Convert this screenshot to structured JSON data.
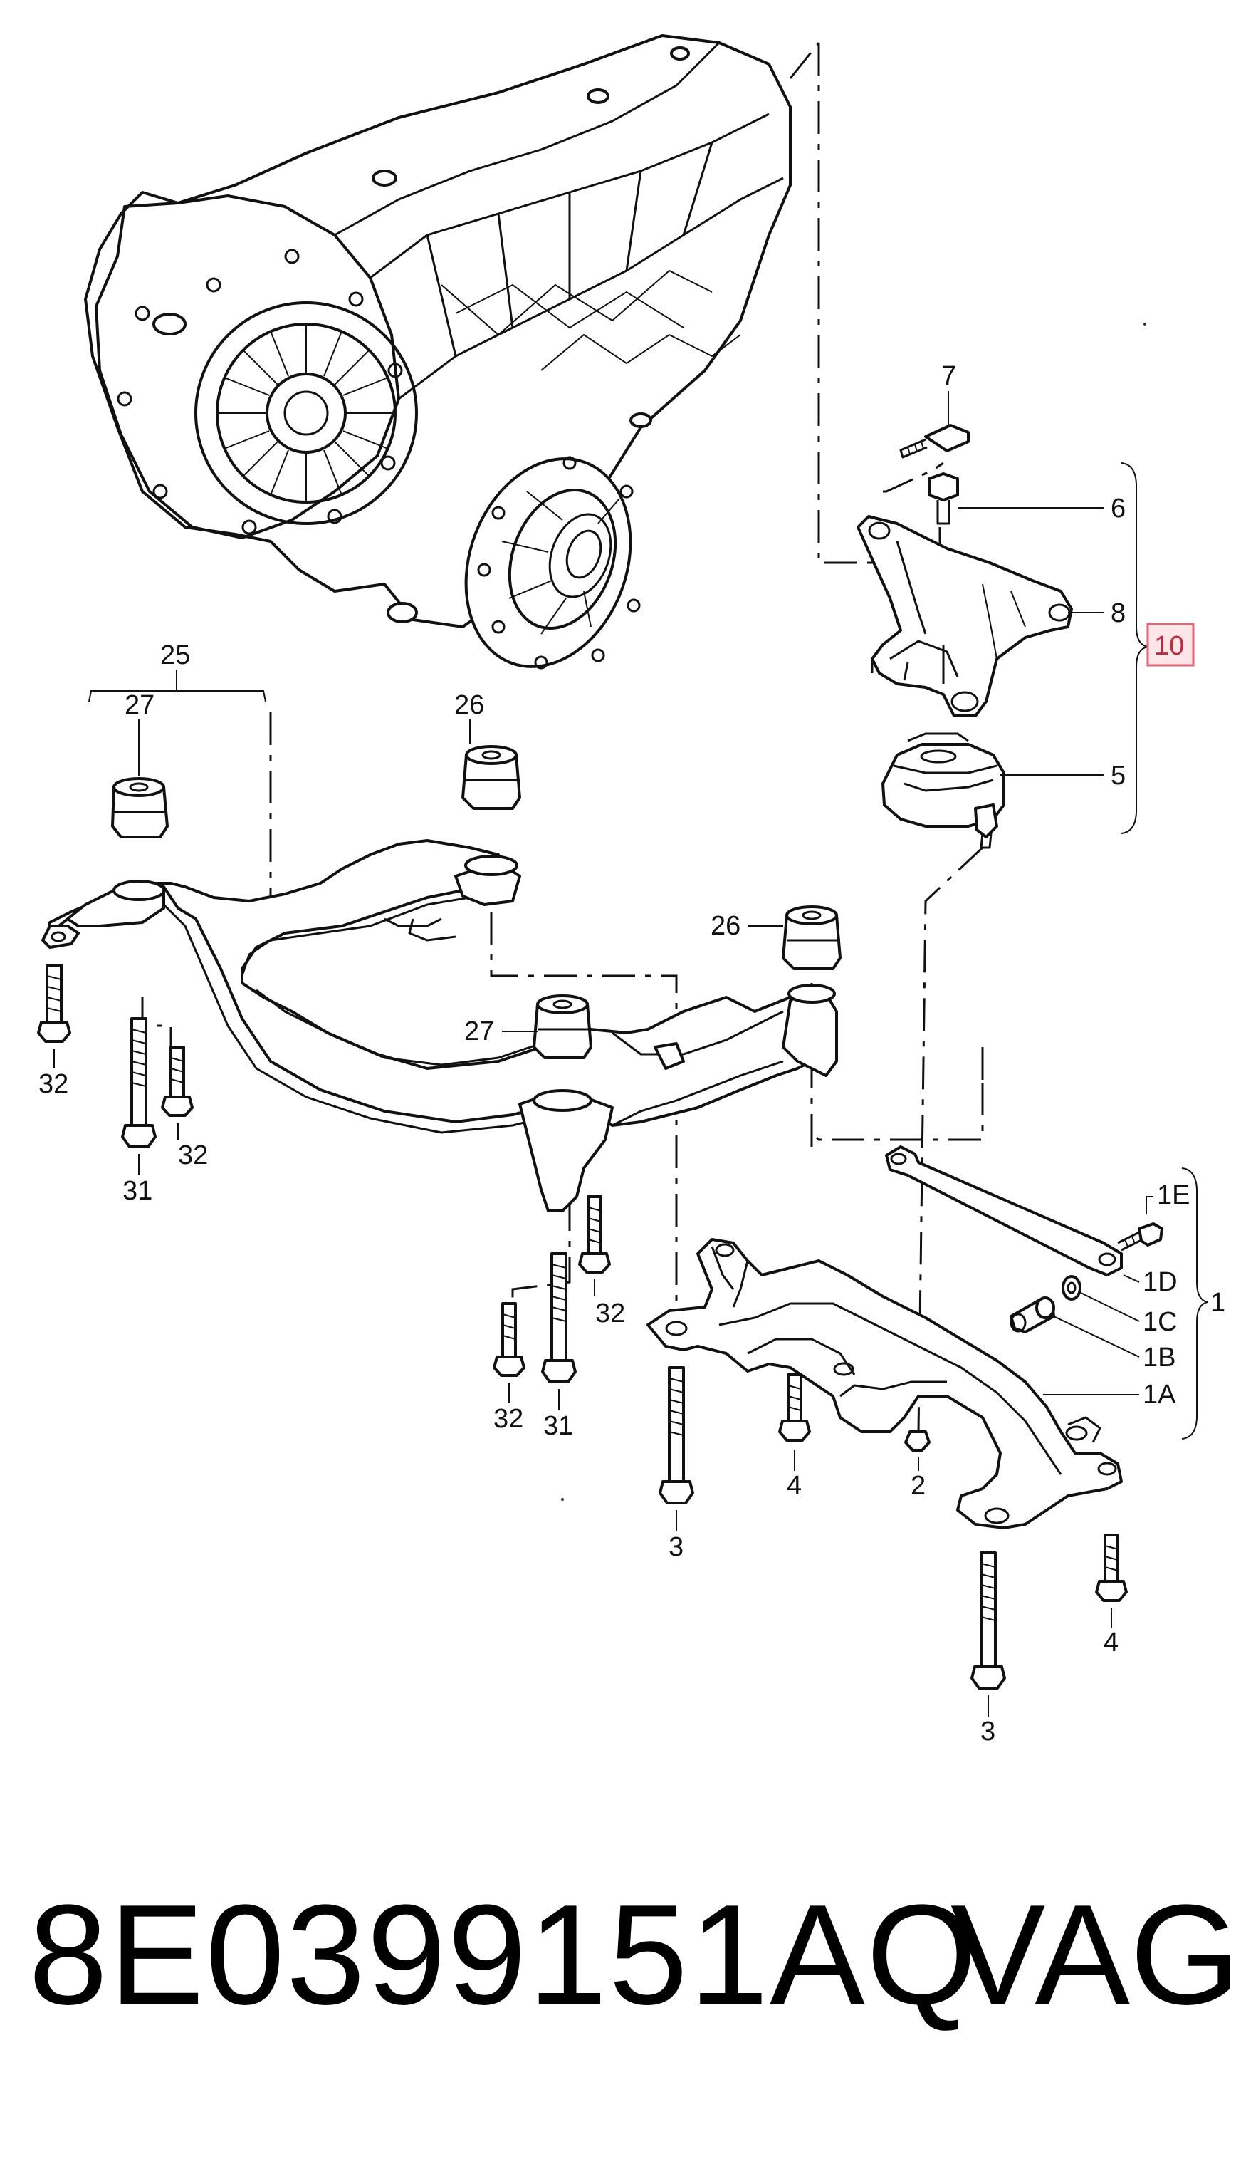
{
  "labels": {
    "l7": "7",
    "l6": "6",
    "l8": "8",
    "l10": "10",
    "l5": "5",
    "l25": "25",
    "l27a": "27",
    "l26a": "26",
    "l26b": "26",
    "l27b": "27",
    "l32a": "32",
    "l32b": "32",
    "l31a": "31",
    "l32c": "32",
    "l32d": "32",
    "l31b": "31",
    "l1E": "1E",
    "l1D": "1D",
    "l1C": "1C",
    "l1B": "1B",
    "l1A": "1A",
    "l1": "1",
    "l4a": "4",
    "l2": "2",
    "l3a": "3",
    "l4b": "4",
    "l3b": "3"
  },
  "highlight_color": "#e06677",
  "footer": {
    "part_number": "8E0399151AQ",
    "brand": "VAG"
  }
}
